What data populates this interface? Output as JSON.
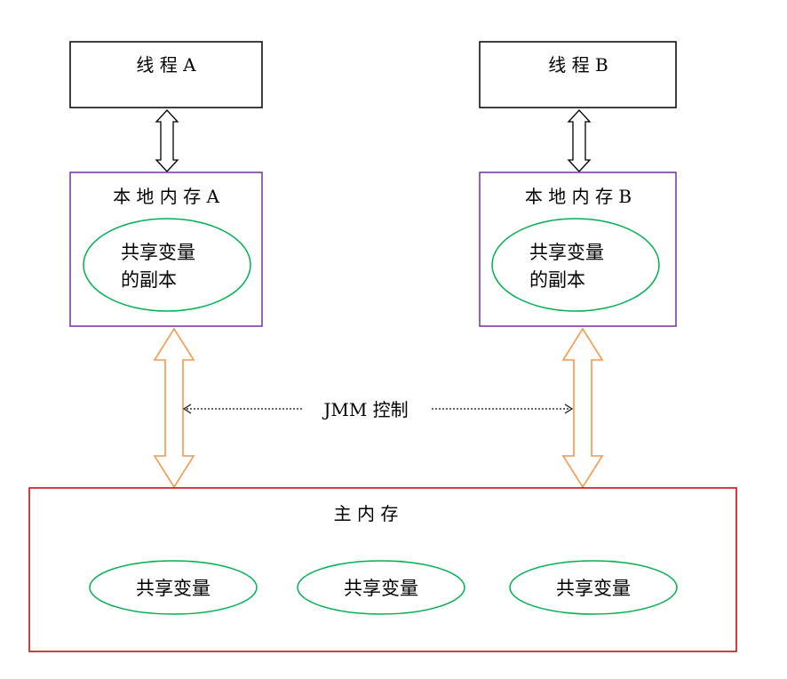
{
  "thread_a": {
    "label": "线 程 A"
  },
  "thread_b": {
    "label": "线 程 B"
  },
  "local_mem_a": {
    "label": "本 地 内 存 A",
    "copy_line1": "共享变量",
    "copy_line2": "的副本"
  },
  "local_mem_b": {
    "label": "本 地 内 存 B",
    "copy_line1": "共享变量",
    "copy_line2": "的副本"
  },
  "jmm": {
    "label": "JMM 控制"
  },
  "main_memory": {
    "label": "主 内 存",
    "variables": [
      "共享变量",
      "共享变量",
      "共享变量"
    ]
  },
  "colors": {
    "thread_border": "#000000",
    "local_border": "#7030a0",
    "ellipse": "#00b050",
    "orange_arrow": "#f79646",
    "main_border": "#c00000"
  }
}
